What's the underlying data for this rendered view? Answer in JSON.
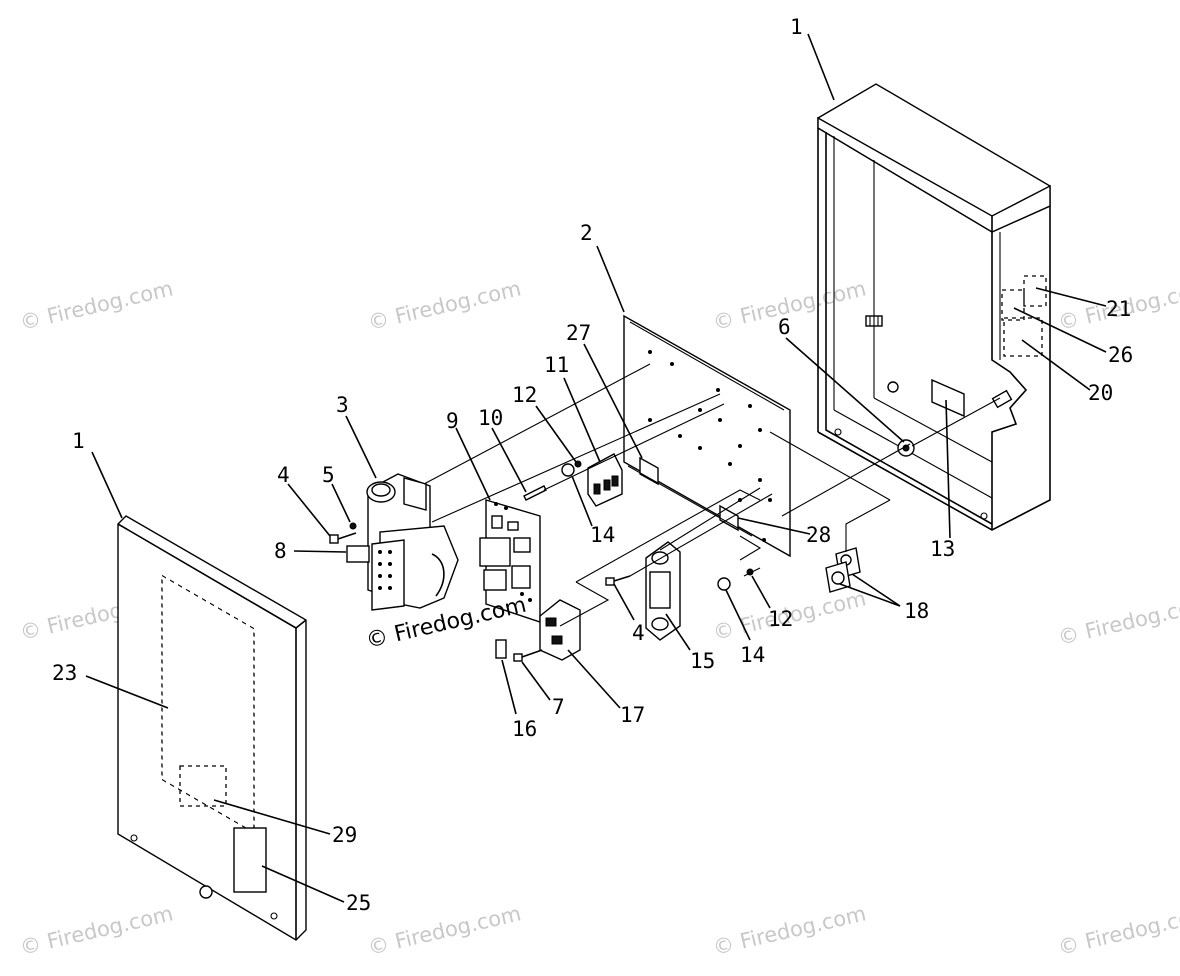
{
  "watermark": "© Firedog.com",
  "callouts": {
    "enclosure_box": "1",
    "front_cover": "1",
    "back_panel": "2",
    "bracket": "3",
    "screw_left": "4",
    "screw_mid": "4",
    "washer_small": "5",
    "grommet": "6",
    "screw_fuse": "7",
    "label_small": "8",
    "circuit_board": "9",
    "standoff": "10",
    "terminal_block": "11",
    "lockwasher_upper": "12",
    "lockwasher_lower": "12",
    "label_inside": "13",
    "nut_upper": "14",
    "nut_lower": "14",
    "relay": "15",
    "fuse": "16",
    "fuse_holder": "17",
    "ground_lugs": "18",
    "label_side_lower": "20",
    "label_side_upper": "21",
    "label_cover_large": "23",
    "label_cover_bottom": "25",
    "label_side_mid": "26",
    "label_panel_upper": "27",
    "label_panel_lower": "28",
    "label_cover_mid": "29"
  }
}
